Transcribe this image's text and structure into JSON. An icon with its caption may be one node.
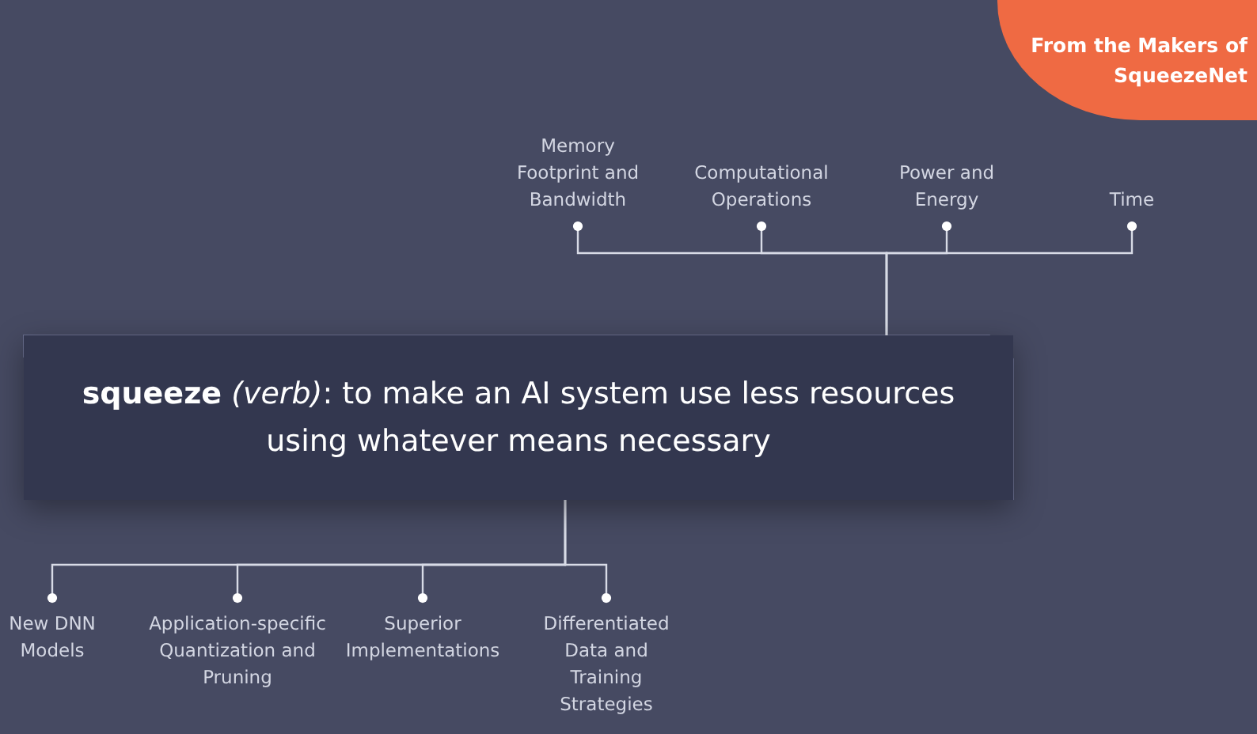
{
  "diagram": {
    "nodes": [
      {
        "text": [
          "Memory Footprint and Bandwidth"
        ]
      },
      {
        "text": [
          "Computational Operations"
        ]
      },
      {
        "text": [
          "Power and Energy"
        ]
      },
      {
        "text": [
          "Time"
        ]
      },
      {
        "text": [
          "**squeeze** *(verb)*: to make an AI system use less resources using whatever means necessary"
        ]
      },
      {
        "text": [
          "New DNN Models"
        ]
      },
      {
        "text": [
          "Application-specific Quantization and Pruning"
        ]
      },
      {
        "text": [
          "Superior Implementations"
        ]
      },
      {
        "text": [
          "Differentiated Data and Training Strategies"
        ]
      },
      {
        "text": [
          "From the Makers of SqueezeNet"
        ]
      }
    ],
    "edges": [
      {
        "from": 4,
        "to": 0,
        "arrow": "other"
      },
      {
        "from": 4,
        "to": 1,
        "arrow": "other"
      },
      {
        "from": 4,
        "to": 2,
        "arrow": "other"
      },
      {
        "from": 4,
        "to": 3,
        "arrow": "other"
      },
      {
        "from": 4,
        "to": 5,
        "arrow": "other"
      },
      {
        "from": 4,
        "to": 6,
        "arrow": "other"
      },
      {
        "from": 4,
        "to": 7,
        "arrow": "other"
      },
      {
        "from": 4,
        "to": 8,
        "arrow": "other"
      }
    ]
  }
}
